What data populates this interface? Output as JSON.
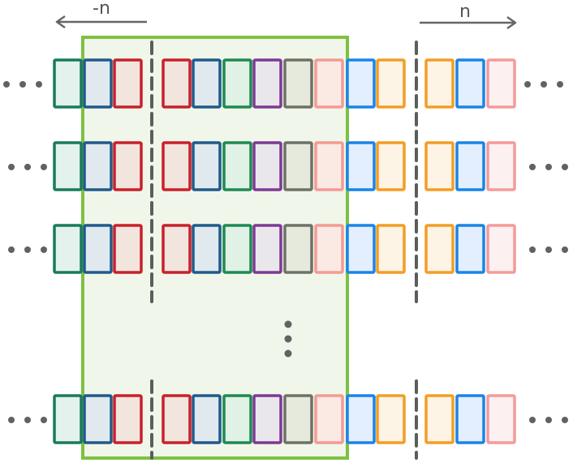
{
  "labels": {
    "shift_left": "-n",
    "shift_right": "n"
  },
  "colors": {
    "highlight_stroke": "#7dc142",
    "highlight_fill": "#f1f6ea",
    "divider": "#5a5f5c",
    "arrow": "#666666",
    "ellipsis_dots": "#5f6462"
  },
  "cell_palette": {
    "teal": {
      "stroke": "#197a5c",
      "fill": "#e3f2ed"
    },
    "navy": {
      "stroke": "#1f5a8a",
      "fill": "#dde6ee"
    },
    "red": {
      "stroke": "#c9202a",
      "fill": "#f1e2dc"
    },
    "green": {
      "stroke": "#1d8a52",
      "fill": "#ddf0e4"
    },
    "purple": {
      "stroke": "#7d3a93",
      "fill": "#e9e4ec"
    },
    "gray": {
      "stroke": "#6e7166",
      "fill": "#e3e7da"
    },
    "salmon": {
      "stroke": "#f49a94",
      "fill": "#fbe7e2"
    },
    "blue": {
      "stroke": "#1a84e8",
      "fill": "#e3efff"
    },
    "orange": {
      "stroke": "#f39d25",
      "fill": "#fdf4e5"
    },
    "pink": {
      "stroke": "#f49a9a",
      "fill": "#fdf0f0"
    }
  },
  "rows": [
    {
      "cells": [
        "teal",
        "navy",
        "red",
        "red",
        "navy",
        "green",
        "purple",
        "gray",
        "salmon",
        "blue",
        "orange",
        "orange",
        "blue",
        "pink"
      ]
    },
    {
      "cells": [
        "teal",
        "navy",
        "red",
        "red",
        "navy",
        "green",
        "purple",
        "gray",
        "salmon",
        "blue",
        "orange",
        "orange",
        "blue",
        "pink"
      ]
    },
    {
      "cells": [
        "teal",
        "navy",
        "red",
        "red",
        "navy",
        "green",
        "purple",
        "gray",
        "salmon",
        "blue",
        "orange",
        "orange",
        "blue",
        "pink"
      ]
    },
    {
      "cells": [
        "teal",
        "navy",
        "red",
        "red",
        "navy",
        "green",
        "purple",
        "gray",
        "salmon",
        "blue",
        "orange",
        "orange",
        "blue",
        "pink"
      ]
    }
  ],
  "highlighted_cell_range": [
    1,
    8
  ],
  "dividers_after_cell": [
    2,
    10
  ]
}
